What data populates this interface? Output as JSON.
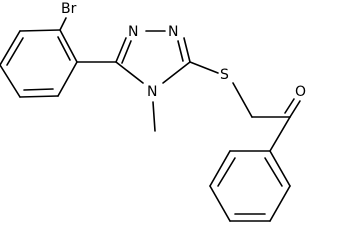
{
  "molecule": {
    "atoms": {
      "br": "Br",
      "n1": "N",
      "n2": "N",
      "n4": "N",
      "s": "S",
      "o": "O"
    }
  }
}
